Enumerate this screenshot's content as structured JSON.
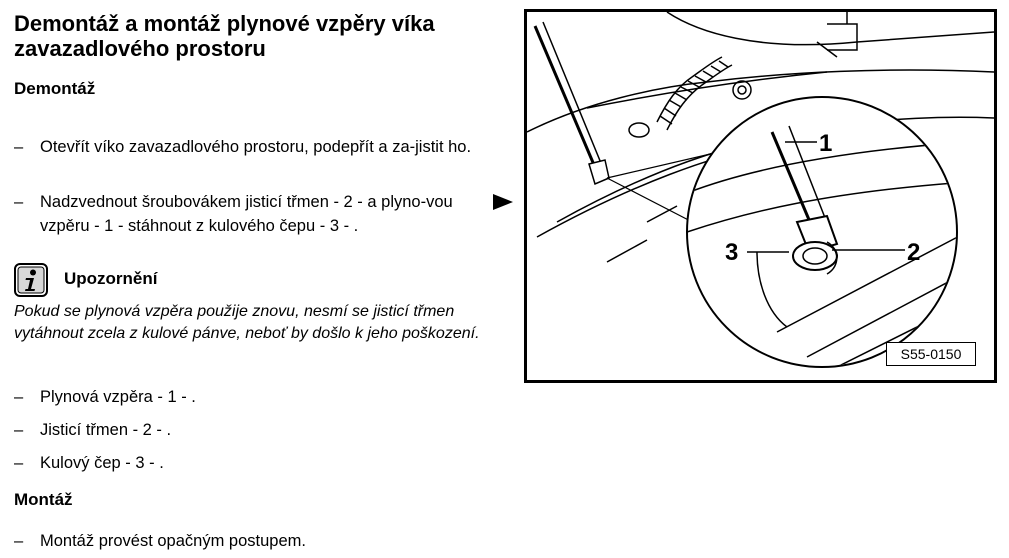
{
  "title": "Demontáž a montáž plynové vzpěry víka zavazadlového prostoru",
  "removal": {
    "heading": "Demontáž",
    "steps": [
      "Otevřít víko zavazadlového prostoru, podepřít a za-jistit ho.",
      "Nadzvednout šroubovákem jisticí třmen - 2 - a plyno-vou vzpěru - 1 - stáhnout z kulového čepu - 3 - ."
    ],
    "dash": "–"
  },
  "note": {
    "label": "Upozornění",
    "icon": "info-icon",
    "text": "Pokud se plynová vzpěra použije znovu, nesmí se jisticí třmen vytáhnout zcela z kulové pánve, neboť by došlo k jeho poškození."
  },
  "legend": [
    "Plynová vzpěra - 1 - .",
    "Jisticí třmen - 2 - .",
    "Kulový čep - 3 - ."
  ],
  "installation": {
    "heading": "Montáž",
    "steps": [
      "Montáž provést opačným postupem."
    ]
  },
  "figure": {
    "code": "S55-0150",
    "callouts": [
      "1",
      "2",
      "3"
    ],
    "arrow_icon": "arrow-right-icon"
  }
}
